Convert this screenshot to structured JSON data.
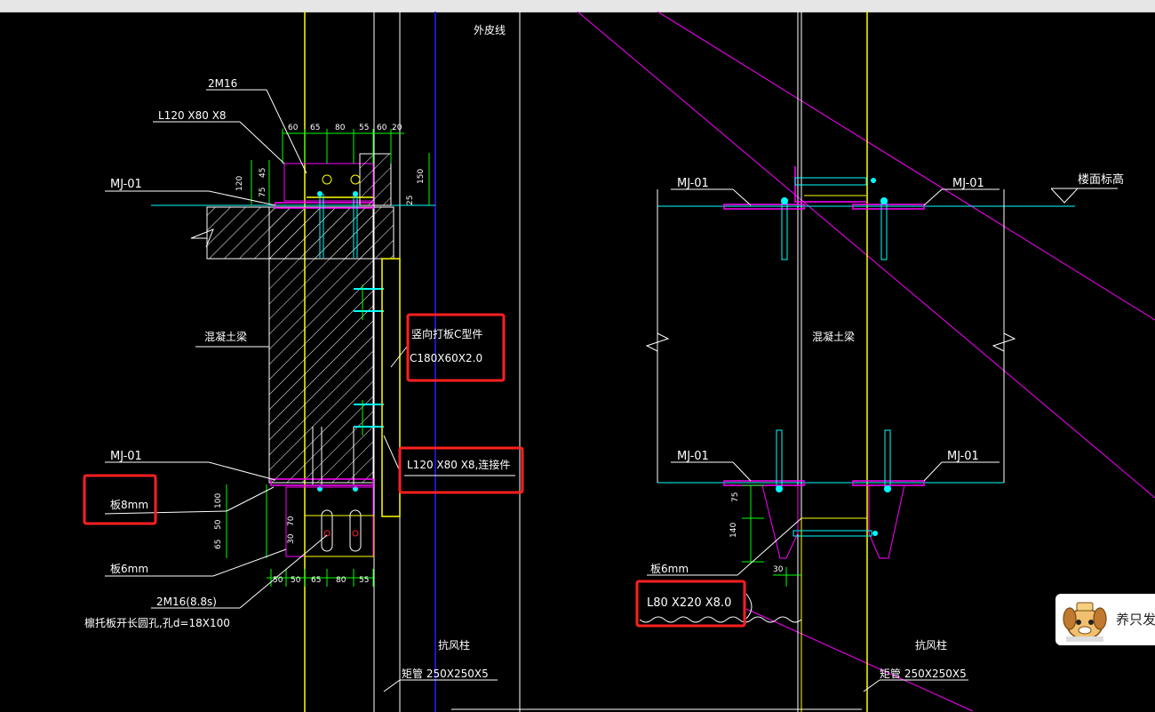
{
  "labels": {
    "outer_skin_line": "外皮线",
    "bolt_top": "2M16",
    "angle_top": "L120 X80 X8",
    "mj01_left_top": "MJ-01",
    "concrete_beam_left": "混凝土梁",
    "mj01_left_bottom": "MJ-01",
    "plate_8mm": "板8mm",
    "plate_6mm_left": "板6mm",
    "bolt_bottom": "2M16(8.8s)",
    "slot_hole_note": "檩托板开长圆孔,孔d=18X100",
    "wind_column_left": "抗风柱",
    "rect_tube_left": "矩管 250X250X5",
    "c_purlin_title": "竖向打板C型件",
    "c_purlin_spec": "C180X60X2.0",
    "angle_connector": "L120 X80 X8,连接件",
    "mj01_r1": "MJ-01",
    "mj01_r2": "MJ-01",
    "mj01_r3": "MJ-01",
    "mj01_r4": "MJ-01",
    "floor_level": "楼面标高",
    "concrete_beam_right": "混凝土梁",
    "plate_6mm_right": "板6mm",
    "angle_right": "L80 X220 X8.0",
    "wind_column_right": "抗风柱",
    "rect_tube_right": "矩管 250X250X5"
  },
  "dims": {
    "top_60": "60",
    "top_65": "65",
    "top_80": "80",
    "top_55": "55",
    "top_60b": "60",
    "top_20": "20",
    "v_45": "45",
    "v_120": "120",
    "v_75": "75",
    "v_150": "150",
    "v_25": "25",
    "b_50a": "50",
    "b_50b": "50",
    "b_65": "65",
    "b_80": "80",
    "b_55": "55",
    "bv_100": "100",
    "bv_50": "50",
    "bv_65": "65",
    "bv_30": "30",
    "bv_70": "70",
    "r_75": "75",
    "r_140": "140",
    "r_30": "30"
  },
  "watermark": {
    "text": "养只发"
  },
  "colors": {
    "highlight": "#ff2020",
    "yellow": "#ffff00",
    "magenta": "#ff00ff",
    "cyan": "#00ffff",
    "blue": "#2020ff",
    "green": "#00ff00"
  }
}
